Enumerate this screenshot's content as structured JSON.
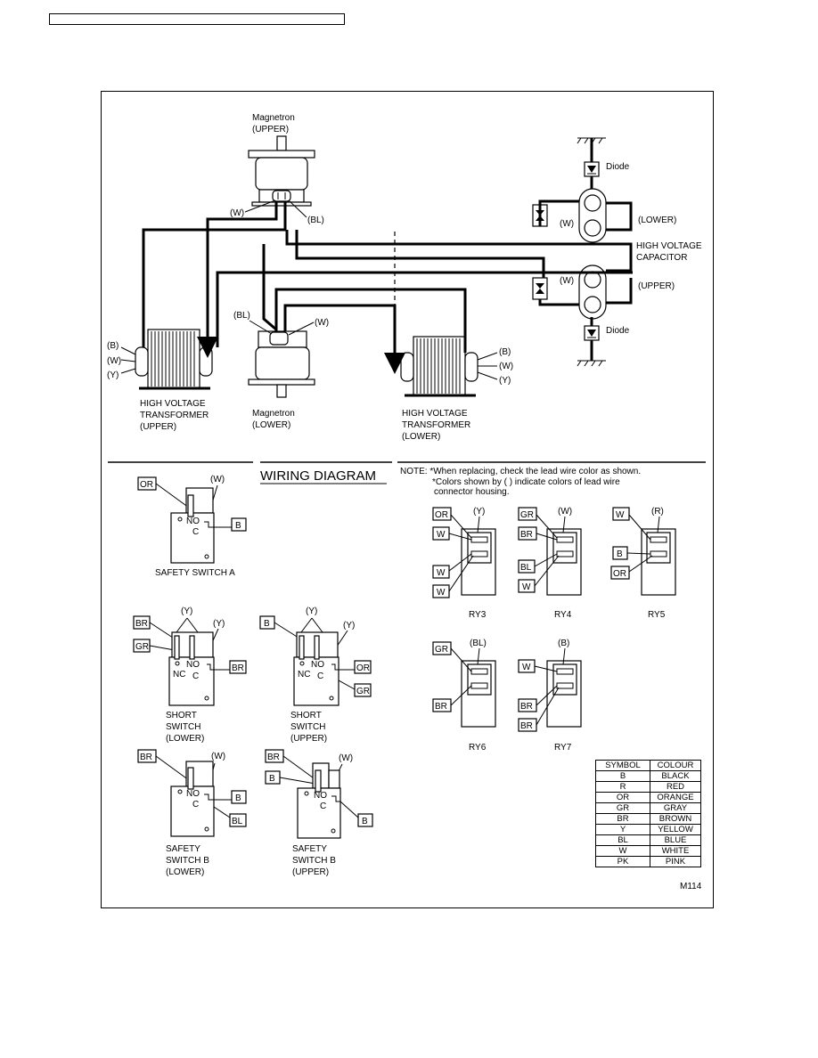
{
  "schematic": {
    "magnetron_upper": [
      "Magnetron",
      "(UPPER)"
    ],
    "magnetron_lower": [
      "Magnetron",
      "(LOWER)"
    ],
    "hvt_upper": [
      "HIGH VOLTAGE",
      "TRANSFORMER",
      "(UPPER)"
    ],
    "hvt_lower": [
      "HIGH VOLTAGE",
      "TRANSFORMER",
      "(LOWER)"
    ],
    "capacitor": [
      "HIGH VOLTAGE",
      "CAPACITOR"
    ],
    "cap_lower": "(LOWER)",
    "cap_upper": "(UPPER)",
    "diode": "Diode",
    "w": "(W)",
    "bl": "(BL)",
    "b": "(B)",
    "y": "(Y)"
  },
  "wiring": {
    "title": "WIRING DIAGRAM",
    "note": [
      "NOTE: *When replacing, check the lead wire color as shown.",
      "*Colors shown by (   ) indicate colors of lead wire",
      "connector housing."
    ],
    "switches": {
      "safety_a": {
        "label": [
          "SAFETY SWITCH A"
        ],
        "housing": "(W)",
        "leads": [
          "OR",
          "B"
        ],
        "terms": [
          "NO",
          "C"
        ]
      },
      "short_lower": {
        "label": [
          "SHORT",
          "SWITCH",
          "(LOWER)"
        ],
        "housing": [
          "(Y)",
          "(Y)"
        ],
        "leads": [
          "BR",
          "GR",
          "BR"
        ],
        "terms": [
          "NO",
          "NC",
          "C"
        ]
      },
      "short_upper": {
        "label": [
          "SHORT",
          "SWITCH",
          "(UPPER)"
        ],
        "housing": [
          "(Y)",
          "(Y)"
        ],
        "leads": [
          "B",
          "OR",
          "GR"
        ],
        "terms": [
          "NO",
          "NC",
          "C"
        ]
      },
      "safety_b_lower": {
        "label": [
          "SAFETY",
          "SWITCH B",
          "(LOWER)"
        ],
        "housing": "(W)",
        "leads": [
          "BR",
          "B",
          "BL"
        ],
        "terms": [
          "NO",
          "C"
        ]
      },
      "safety_b_upper": {
        "label": [
          "SAFETY",
          "SWITCH B",
          "(UPPER)"
        ],
        "housing": "(W)",
        "leads": [
          "BR",
          "B",
          "B"
        ],
        "terms": [
          "NO",
          "C"
        ]
      }
    },
    "relays": [
      {
        "name": "RY3",
        "housing": "(Y)",
        "leads": [
          "OR",
          "W",
          "W",
          "W"
        ]
      },
      {
        "name": "RY4",
        "housing": "(W)",
        "leads": [
          "GR",
          "BR",
          "BL",
          "W"
        ]
      },
      {
        "name": "RY5",
        "housing": "(R)",
        "leads": [
          "W",
          "B",
          "OR"
        ]
      },
      {
        "name": "RY6",
        "housing": "(BL)",
        "leads": [
          "GR",
          "BR"
        ]
      },
      {
        "name": "RY7",
        "housing": "(B)",
        "leads": [
          "W",
          "BR",
          "BR"
        ]
      }
    ]
  },
  "colour_table": {
    "headers": [
      "SYMBOL",
      "COLOUR"
    ],
    "rows": [
      [
        "B",
        "BLACK"
      ],
      [
        "R",
        "RED"
      ],
      [
        "OR",
        "ORANGE"
      ],
      [
        "GR",
        "GRAY"
      ],
      [
        "BR",
        "BROWN"
      ],
      [
        "Y",
        "YELLOW"
      ],
      [
        "BL",
        "BLUE"
      ],
      [
        "W",
        "WHITE"
      ],
      [
        "PK",
        "PINK"
      ]
    ]
  },
  "code": "M114"
}
